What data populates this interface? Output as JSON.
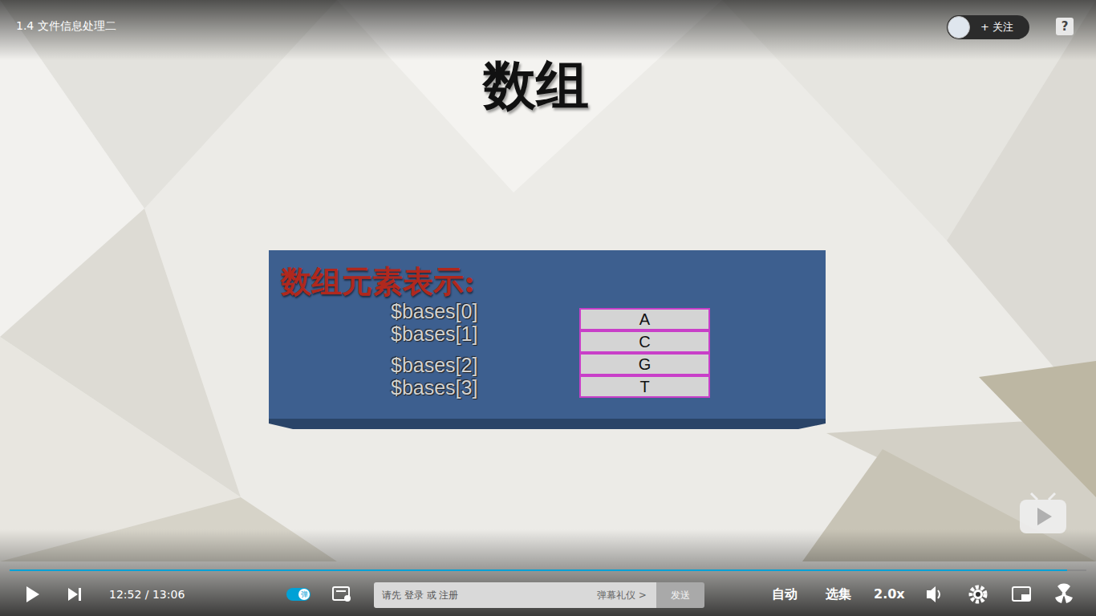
{
  "diagram": {
    "title": "数组",
    "nodes": [
      {
        "text": [
          "数组元素表示:",
          "$bases[0]",
          "$bases[1]",
          "$bases[2]",
          "$bases[3]"
        ]
      },
      {
        "text": [
          "A"
        ],
        "in": 0
      },
      {
        "text": [
          "C"
        ],
        "in": 0
      },
      {
        "text": [
          "G"
        ],
        "in": 0
      },
      {
        "text": [
          "T"
        ],
        "in": 0
      },
      {
        "text": [
          "+ 关注"
        ]
      },
      {
        "text": [
          "请先 登录 或 注册",
          "弹幕礼仪 >"
        ]
      },
      {
        "text": [
          "发送"
        ]
      }
    ],
    "labels": [
      "1.4 文件信息处理二",
      "12:52 / 13:06",
      "自动",
      "选集",
      "2.0x",
      "?",
      "弹"
    ]
  }
}
